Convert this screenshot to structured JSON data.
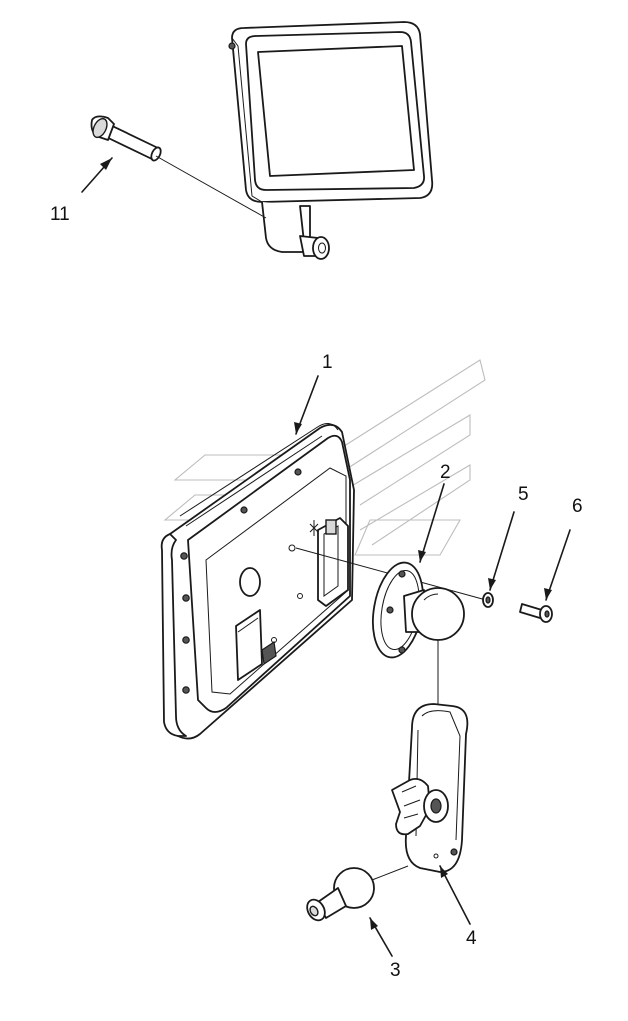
{
  "callouts": {
    "c1": "1",
    "c2": "2",
    "c3": "3",
    "c4": "4",
    "c5": "5",
    "c6": "6",
    "c11": "11"
  },
  "parts": {
    "display_unit": "display-unit",
    "hinge_pin": "hinge-pin",
    "display_back": "display-back-housing",
    "ball_base": "round-ball-base",
    "swivel_arm": "double-socket-arm",
    "ball_stud": "ball-stud",
    "washer": "washer",
    "screw": "screw"
  }
}
